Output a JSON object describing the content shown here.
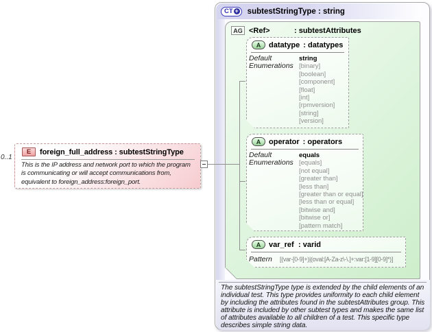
{
  "colors": {
    "header_lavender": "#d5d5f0",
    "panel_green": "#cdeecb",
    "element_pink": "#f6ccd0",
    "badge_blue": "#2b2bb0",
    "badge_pink": "#f0a2a2",
    "badge_green": "#9cd49c"
  },
  "element": {
    "cardinality": "0..1",
    "badge": "E",
    "title": "foreign_full_address : subtestStringType",
    "description": "This is the IP address and network port to which the program is communicating or will accept communications from, equivalent to foreign_address:foreign_port."
  },
  "icons": {
    "collapse_glyph": "−",
    "plus_glyph": "+"
  },
  "complex_type": {
    "badge": "CT",
    "badge_plus": "+",
    "title": "subtestStringType : string",
    "attribute_group": {
      "badge": "AG",
      "name": "<Ref>",
      "type": ": subtestAttributes",
      "attributes": [
        {
          "badge": "A",
          "name": "datatype",
          "type": ": datatypes",
          "default_label": "Default",
          "enumerations_label": "Enumerations",
          "default": "string",
          "enumerations": [
            "[binary]",
            "[boolean]",
            "[component]",
            "[float]",
            "[int]",
            "[rpmversion]",
            "[string]",
            "[version]"
          ]
        },
        {
          "badge": "A",
          "name": "operator",
          "type": ": operators",
          "default_label": "Default",
          "enumerations_label": "Enumerations",
          "default": "equals",
          "enumerations": [
            "[equals]",
            "[not equal]",
            "[greater than]",
            "[less than]",
            "[greater than or equal]",
            "[less than or equal]",
            "[bitwise and]",
            "[bitwise or]",
            "[pattern match]"
          ]
        },
        {
          "badge": "A",
          "name": "var_ref",
          "type": ": varid",
          "pattern_label": "Pattern",
          "pattern": "[(var-[0-9]+)|(oval:[A-Za-z\\-\\.]+:var:[1-9][0-9]*)]"
        }
      ]
    },
    "footnote": "The subtestStringType type is extended by the child elements of an individual test.  This type provides uniformity to each child element by including the attributes found in the subtestAttributes group.  This attribute is included by other subtest types and makes the same list of attributes available to all children of a test.  This specific type describes simple string data."
  }
}
